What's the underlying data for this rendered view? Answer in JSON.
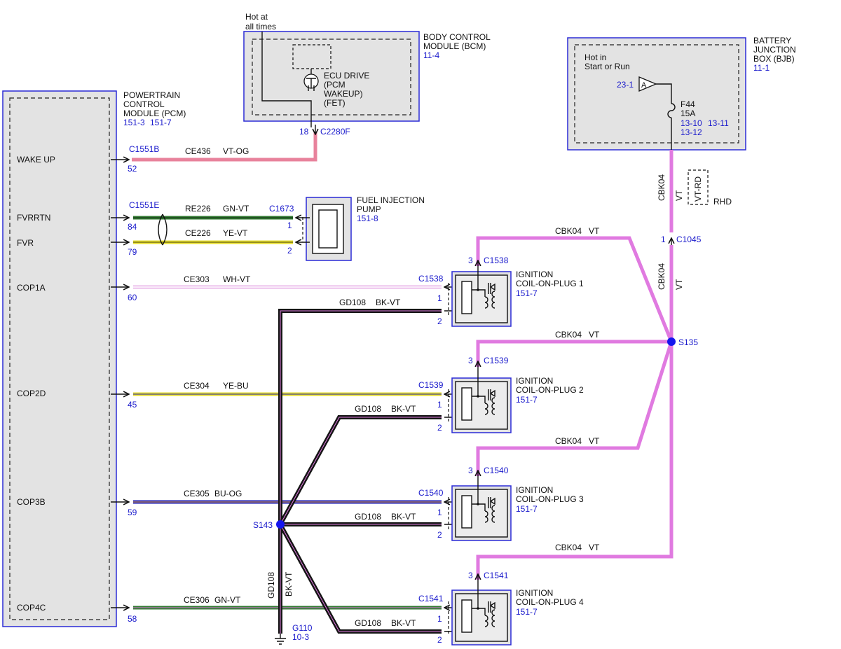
{
  "colors": {
    "module_border": "#2b2bd6",
    "module_fill": "#e3e3e3",
    "label_blue": "#1a1acc",
    "wire_pink": "#e8829c",
    "wire_green": "#2f7a2f",
    "wire_yellow": "#e6dc2a",
    "wire_white_violet": "#e9b7e9",
    "wire_blue": "#2424b8",
    "wire_black": "#151515",
    "wire_violet": "#e07ae0",
    "splice_dot": "#1515ee"
  },
  "bcm": {
    "hot_label_1": "Hot at",
    "hot_label_2": "all times",
    "name_1": "BODY CONTROL",
    "name_2": "MODULE (BCM)",
    "ref": "11-4",
    "drive_1": "ECU DRIVE",
    "drive_2": "(PCM",
    "drive_3": "WAKEUP)",
    "drive_4": "(FET)",
    "pin": "18",
    "connector": "C2280F"
  },
  "pcm": {
    "name_1": "POWERTRAIN",
    "name_2": "CONTROL",
    "name_3": "MODULE (PCM)",
    "ref_1": "151-3",
    "ref_2": "151-7",
    "pins": {
      "wake_up": "WAKE UP",
      "fvrrtn": "FVRRTN",
      "fvr": "FVR",
      "cop1a": "COP1A",
      "cop2d": "COP2D",
      "cop3b": "COP3B",
      "cop4c": "COP4C"
    }
  },
  "bjb": {
    "name_1": "BATTERY",
    "name_2": "JUNCTION",
    "name_3": "BOX (BJB)",
    "ref": "11-1",
    "hot_1": "Hot in",
    "hot_2": "Start or Run",
    "feed_ref": "23-1",
    "feed_letter": "A",
    "fuse": "F44",
    "amps": "15A",
    "ref_a": "13-10",
    "ref_b": "13-11",
    "ref_c": "13-12"
  },
  "fip": {
    "name_1": "FUEL INJECTION",
    "name_2": "PUMP",
    "ref": "151-8",
    "connector": "C1673",
    "pin_1": "1",
    "pin_2": "2"
  },
  "wires": {
    "wake": {
      "connector": "C1551B",
      "circuit": "CE436",
      "color": "VT-OG",
      "pin": "52"
    },
    "fvrrtn": {
      "connector": "C1551E",
      "circuit": "RE226",
      "color": "GN-VT",
      "pin": "84"
    },
    "fvr": {
      "circuit": "CE226",
      "color": "YE-VT",
      "pin": "79"
    },
    "cop1": {
      "circuit": "CE303",
      "color": "WH-VT",
      "pin": "60"
    },
    "cop2": {
      "circuit": "CE304",
      "color": "YE-BU",
      "pin": "45"
    },
    "cop3": {
      "circuit": "CE305",
      "color": "BU-OG",
      "pin": "59"
    },
    "cop4": {
      "circuit": "CE306",
      "color": "GN-VT",
      "pin": "58"
    }
  },
  "ground": {
    "circuit": "GD108",
    "color": "BK-VT",
    "splice": "S143",
    "ground_id": "G110",
    "ground_ref": "10-3"
  },
  "power": {
    "circuit": "CBK04",
    "color": "VT",
    "alt_color": "VT-RD",
    "alt_note": "RHD",
    "connector": "C1045",
    "pin": "1",
    "splice": "S135"
  },
  "coils": [
    {
      "name_1": "IGNITION",
      "name_2": "COIL-ON-PLUG 1",
      "ref": "151-7",
      "connector": "C1538",
      "pin_a": "1",
      "pin_b": "2",
      "pin_c": "3"
    },
    {
      "name_1": "IGNITION",
      "name_2": "COIL-ON-PLUG 2",
      "ref": "151-7",
      "connector": "C1539",
      "pin_a": "1",
      "pin_b": "2",
      "pin_c": "3"
    },
    {
      "name_1": "IGNITION",
      "name_2": "COIL-ON-PLUG 3",
      "ref": "151-7",
      "connector": "C1540",
      "pin_a": "1",
      "pin_b": "2",
      "pin_c": "3"
    },
    {
      "name_1": "IGNITION",
      "name_2": "COIL-ON-PLUG 4",
      "ref": "151-7",
      "connector": "C1541",
      "pin_a": "1",
      "pin_b": "2",
      "pin_c": "3"
    }
  ]
}
